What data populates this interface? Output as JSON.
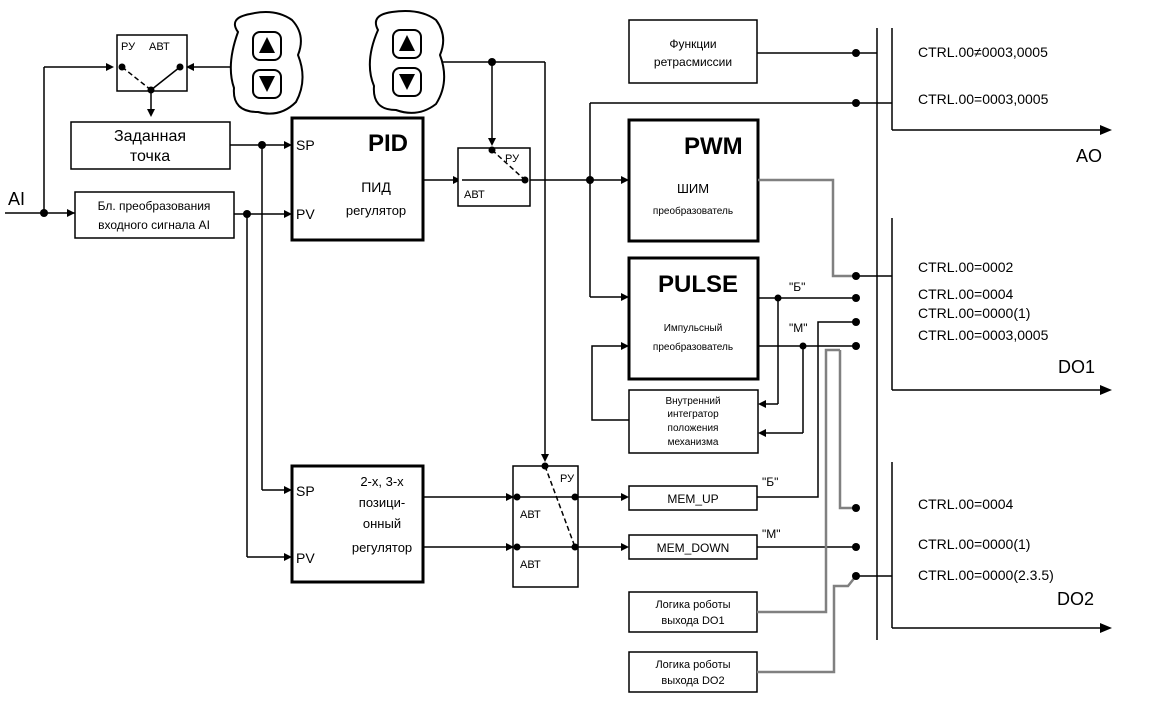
{
  "colors": {
    "line": "#000000",
    "gray_line": "#808080",
    "background": "#ffffff"
  },
  "inputs": {
    "ai": "AI"
  },
  "mode_switch_top": {
    "ru": "РУ",
    "avt": "АВТ"
  },
  "keypads": {
    "up_icon": "triangle-up",
    "down_icon": "triangle-down"
  },
  "setpoint": {
    "line1": "Заданная",
    "line2": "точка"
  },
  "input_converter": {
    "line1": "Бл. преобразования",
    "line2": "входного сигнала AI"
  },
  "pid": {
    "title": "PID",
    "sp": "SP",
    "pv": "PV",
    "line1": "ПИД",
    "line2": "регулятор"
  },
  "switch_mid": {
    "ru": "РУ",
    "avt": "АВТ"
  },
  "retransmission": {
    "line1": "Функции",
    "line2": "ретрасмиссии"
  },
  "pwm": {
    "title": "PWM",
    "line1": "ШИМ",
    "line2": "преобразователь"
  },
  "pulse": {
    "title": "PULSE",
    "line1": "Импульсный",
    "line2": "преобразователь",
    "tag_b": "\"Б\"",
    "tag_m": "\"М\""
  },
  "integrator": {
    "line1": "Внутренний",
    "line2": "интегратор",
    "line3": "положения",
    "line4": "механизма"
  },
  "pos_reg": {
    "sp": "SP",
    "pv": "PV",
    "line1": "2-х, 3-х",
    "line2": "позици-",
    "line3": "онный",
    "line4": "регулятор"
  },
  "switch_bottom": {
    "ru": "РУ",
    "avt1": "АВТ",
    "avt2": "АВТ"
  },
  "mem_up": {
    "label": "MEM_UP",
    "tag": "\"Б\""
  },
  "mem_down": {
    "label": "MEM_DOWN",
    "tag": "\"М\""
  },
  "logic_do1": {
    "line1": "Логика роботы",
    "line2": "выхода DO1"
  },
  "logic_do2": {
    "line1": "Логика роботы",
    "line2": "выхода DO2"
  },
  "ao": {
    "label": "AO",
    "ctrl1": "CTRL.00≠0003,0005",
    "ctrl2": "CTRL.00=0003,0005"
  },
  "do1": {
    "label": "DO1",
    "ctrl1": "CTRL.00=0002",
    "ctrl2": "CTRL.00=0004",
    "ctrl3": "CTRL.00=0000(1)",
    "ctrl4": "CTRL.00=0003,0005"
  },
  "do2": {
    "label": "DO2",
    "ctrl1": "CTRL.00=0004",
    "ctrl2": "CTRL.00=0000(1)",
    "ctrl3": "CTRL.00=0000(2.3.5)"
  }
}
